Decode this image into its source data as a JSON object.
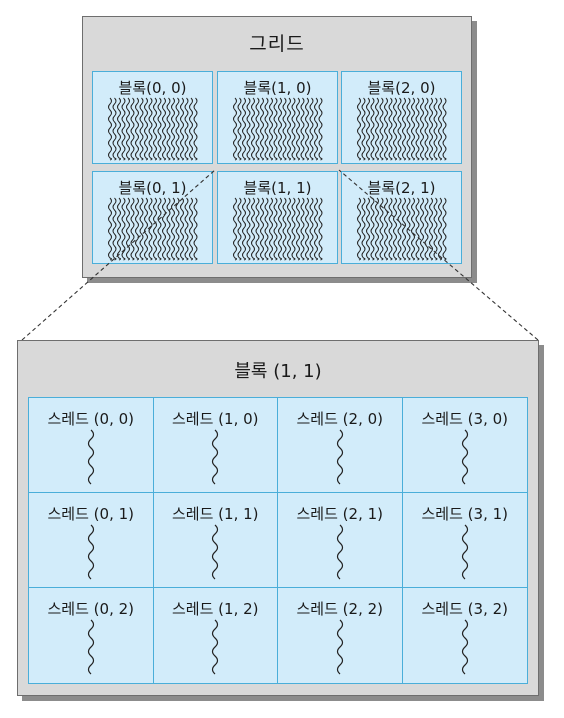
{
  "grid": {
    "title": "그리드",
    "blocks": [
      {
        "label": "블록(0, 0)"
      },
      {
        "label": "블록(1, 0)"
      },
      {
        "label": "블록(2, 0)"
      },
      {
        "label": "블록(0, 1)"
      },
      {
        "label": "블록(1, 1)"
      },
      {
        "label": "블록(2, 1)"
      }
    ]
  },
  "detail": {
    "title": "블록 (1, 1)",
    "threads": [
      {
        "label": "스레드 (0, 0)"
      },
      {
        "label": "스레드 (1, 0)"
      },
      {
        "label": "스레드 (2, 0)"
      },
      {
        "label": "스레드 (3, 0)"
      },
      {
        "label": "스레드 (0, 1)"
      },
      {
        "label": "스레드 (1, 1)"
      },
      {
        "label": "스레드 (2, 1)"
      },
      {
        "label": "스레드 (3, 1)"
      },
      {
        "label": "스레드 (0, 2)"
      },
      {
        "label": "스레드 (1, 2)"
      },
      {
        "label": "스레드 (2, 2)"
      },
      {
        "label": "스레드 (3, 2)"
      }
    ]
  },
  "colors": {
    "panel": "#d9d9d9",
    "cell_fill": "#d2ecfa",
    "cell_border": "#4aaed9",
    "wave": "#222222"
  }
}
